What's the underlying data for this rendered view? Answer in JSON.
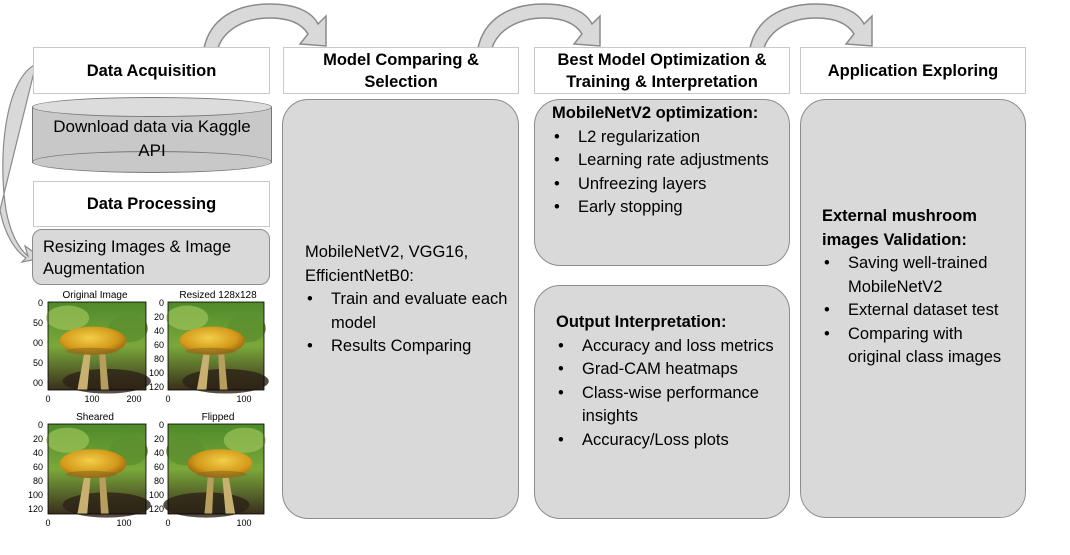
{
  "headers": {
    "data_acquisition": "Data Acquisition",
    "model_comparing": "Model Comparing & Selection",
    "best_model_line1": "Best Model Optimization &",
    "best_model_line2": "Training & Interpretation",
    "application": "Application Exploring",
    "data_processing": "Data Processing"
  },
  "download": {
    "line1": "Download data via Kaggle",
    "line2": "API"
  },
  "resizing": {
    "line1": "Resizing Images & Image",
    "line2": "Augmentation"
  },
  "thumbnails": [
    {
      "title": "Original Image",
      "yticks": [
        "0",
        "50",
        "00",
        "50",
        "00"
      ],
      "xticks": [
        "0",
        "100",
        "200"
      ]
    },
    {
      "title": "Resized 128x128",
      "yticks": [
        "0",
        "20",
        "40",
        "60",
        "80",
        "100",
        "120"
      ],
      "xticks": [
        "0",
        "100"
      ]
    },
    {
      "title": "Sheared",
      "yticks": [
        "0",
        "20",
        "40",
        "60",
        "80",
        "100",
        "120"
      ],
      "xticks": [
        "0",
        "100"
      ]
    },
    {
      "title": "Flipped",
      "yticks": [
        "0",
        "20",
        "40",
        "60",
        "80",
        "100",
        "120"
      ],
      "xticks": [
        "0",
        "100"
      ]
    }
  ],
  "model_panel": {
    "intro": "MobileNetV2, VGG16, EfficientNetB0:",
    "items": [
      "Train and evaluate each model",
      "Results Comparing"
    ]
  },
  "optimization_panel": {
    "title": "MobileNetV2 optimization:",
    "items": [
      "L2 regularization",
      "Learning rate adjustments",
      "Unfreezing layers",
      "Early stopping"
    ]
  },
  "interpretation_panel": {
    "title": "Output Interpretation:",
    "items": [
      "Accuracy and loss metrics",
      "Grad-CAM heatmaps",
      "Class-wise performance insights",
      "Accuracy/Loss plots"
    ]
  },
  "application_panel": {
    "title": "External mushroom images Validation:",
    "items": [
      "Saving well-trained MobileNetV2",
      "External dataset test",
      "Comparing with original class images"
    ]
  },
  "colors": {
    "panel_fill": "#d9d9d9",
    "panel_border": "#8c8c8c",
    "arrow_fill": "#d9d9d9",
    "arrow_stroke": "#8a8a8a"
  }
}
